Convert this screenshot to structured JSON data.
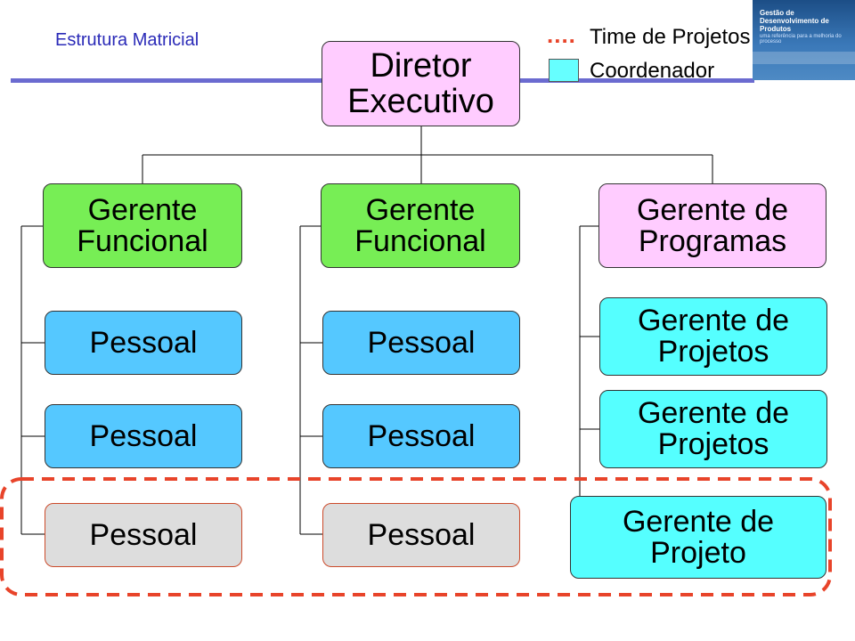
{
  "slide": {
    "title": "Estrutura Matricial"
  },
  "legend": {
    "team_dots": "....",
    "team_label": "Time de Projetos",
    "coordinator_label": "Coordenador"
  },
  "logo": {
    "line1": "Gestão de",
    "line2": "Desenvolvimento de Produtos",
    "subtitle": "uma referência para a melhoria do processo"
  },
  "org": {
    "director": "Diretor Executivo",
    "manager_functional_1": "Gerente Funcional",
    "manager_functional_2": "Gerente Funcional",
    "manager_programs": "Gerente de Programas",
    "staff_1": [
      "Pessoal",
      "Pessoal",
      "Pessoal"
    ],
    "staff_2": [
      "Pessoal",
      "Pessoal",
      "Pessoal"
    ],
    "project_managers": [
      "Gerente de Projetos",
      "Gerente de Projetos",
      "Gerente de Projeto"
    ]
  },
  "colors": {
    "director_fill": "#ffccff",
    "functional_manager_fill": "#77ee55",
    "staff_fill": "#55c8ff",
    "team_staff_fill": "#dddddd",
    "project_manager_fill": "#55ffff",
    "team_outline": "#e8442a"
  }
}
